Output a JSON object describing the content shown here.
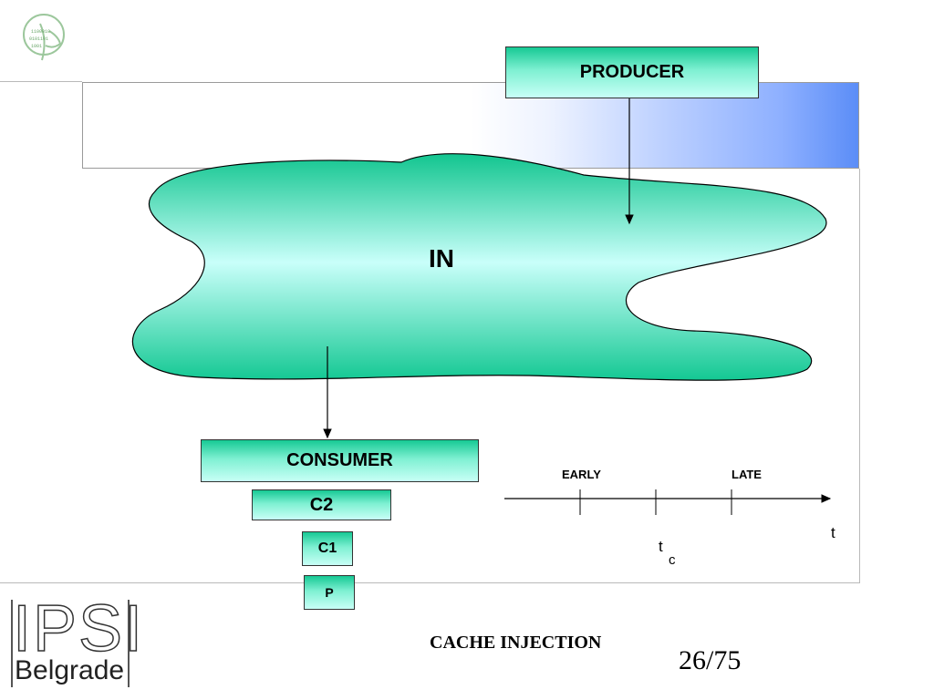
{
  "producer": {
    "label": "PRODUCER"
  },
  "cloud": {
    "label": "IN"
  },
  "consumer": {
    "label": "CONSUMER"
  },
  "stack": {
    "c2": "C2",
    "c1": "C1",
    "p": "P"
  },
  "timeline": {
    "early": "EARLY",
    "late": "LATE",
    "t_axis": "t",
    "t_c_base": "t",
    "t_c_sub": "c"
  },
  "footer": {
    "title": "CACHE INJECTION",
    "page": "26/75"
  },
  "logo": {
    "top": "IPSI",
    "bottom": "Belgrade"
  },
  "colors": {
    "box_top": "#16c994",
    "box_bottom": "#c8fff6",
    "band_right": "#5b8df7"
  }
}
